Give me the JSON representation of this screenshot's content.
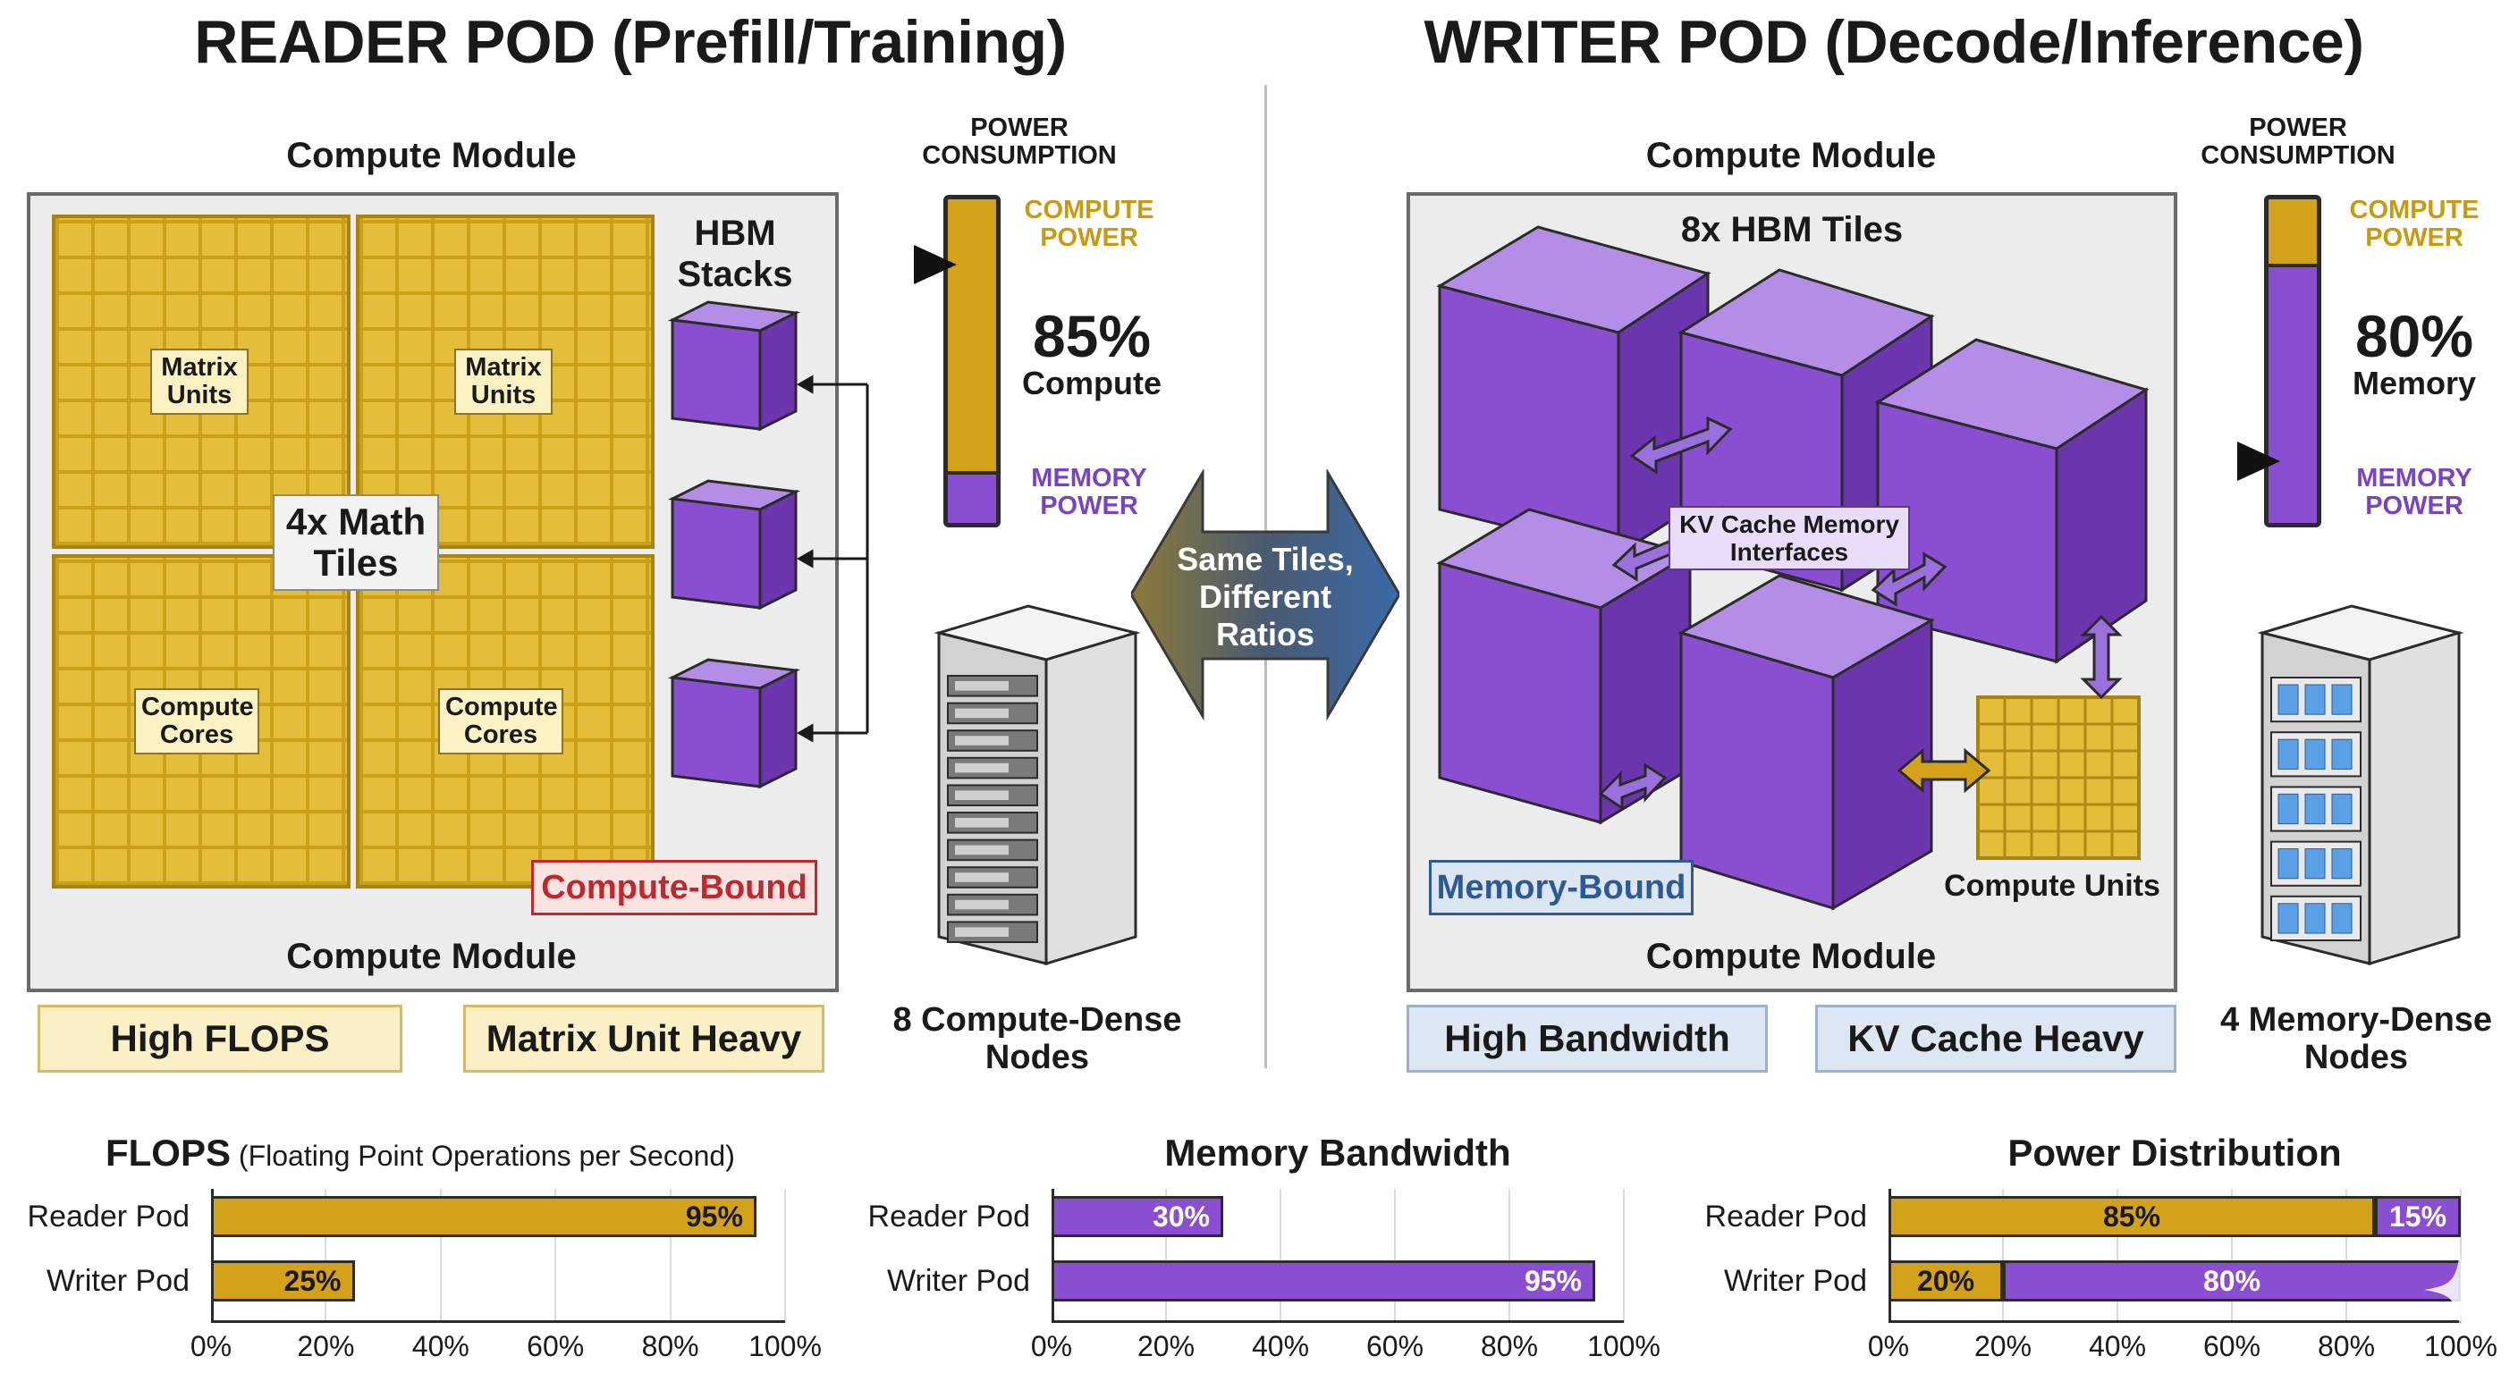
{
  "reader": {
    "title": "READER POD (Prefill/Training)",
    "module_top": "Compute Module",
    "module_bottom": "Compute Module",
    "matrix_label": "Matrix Units",
    "cores_label": "Compute Cores",
    "math_tiles_label": "4x Math Tiles",
    "hbm_label": "HBM Stacks",
    "bound_label": "Compute-Bound",
    "tag_left": "High FLOPS",
    "tag_right": "Matrix Unit Heavy",
    "power": {
      "header": "POWER CONSUMPTION",
      "top_label": "COMPUTE POWER",
      "bottom_label": "MEMORY POWER",
      "percent": "85%",
      "percent_label": "Compute",
      "compute_fraction": 0.85
    },
    "nodes_caption": "8 Compute-Dense Nodes"
  },
  "writer": {
    "title": "WRITER POD (Decode/Inference)",
    "module_top": "Compute Module",
    "module_bottom": "Compute Module",
    "hbm_tiles_label": "8x HBM Tiles",
    "kv_label": "KV Cache Memory Interfaces",
    "compute_units_label": "Compute Units",
    "bound_label": "Memory-Bound",
    "tag_left": "High Bandwidth",
    "tag_right": "KV Cache Heavy",
    "power": {
      "header": "POWER CONSUMPTION",
      "top_label": "COMPUTE POWER",
      "bottom_label": "MEMORY POWER",
      "percent": "80%",
      "percent_label": "Memory",
      "memory_fraction": 0.8
    },
    "nodes_caption": "4 Memory-Dense Nodes"
  },
  "center": {
    "label": "Same Tiles, Different Ratios"
  },
  "colors": {
    "gold": "#d4a21a",
    "purple": "#8a4ed0",
    "compute_bound_red": "#c0282d",
    "memory_bound_blue": "#2b5a96"
  },
  "chart_data": [
    {
      "type": "bar",
      "title": "FLOPS",
      "subtitle": "(Floating Point Operations per Second)",
      "categories": [
        "Reader Pod",
        "Writer Pod"
      ],
      "series": [
        {
          "values": [
            95,
            25
          ],
          "color": "#d4a21a"
        }
      ],
      "xlim": [
        0,
        100
      ],
      "ticks": [
        "0%",
        "20%",
        "40%",
        "60%",
        "80%",
        "100%"
      ]
    },
    {
      "type": "bar",
      "title": "Memory Bandwidth",
      "categories": [
        "Reader Pod",
        "Writer Pod"
      ],
      "series": [
        {
          "values": [
            30,
            95
          ],
          "color": "#8a4ed0"
        }
      ],
      "xlim": [
        0,
        100
      ],
      "ticks": [
        "0%",
        "20%",
        "40%",
        "60%",
        "80%",
        "100%"
      ]
    },
    {
      "type": "bar",
      "stacked": true,
      "title": "Power Distribution",
      "categories": [
        "Reader Pod",
        "Writer Pod"
      ],
      "series": [
        {
          "values": [
            85,
            20
          ],
          "color": "#d4a21a"
        },
        {
          "values": [
            15,
            80
          ],
          "color": "#8a4ed0"
        }
      ],
      "xlim": [
        0,
        100
      ],
      "ticks": [
        "0%",
        "20%",
        "40%",
        "60%",
        "80%",
        "100%"
      ]
    }
  ]
}
